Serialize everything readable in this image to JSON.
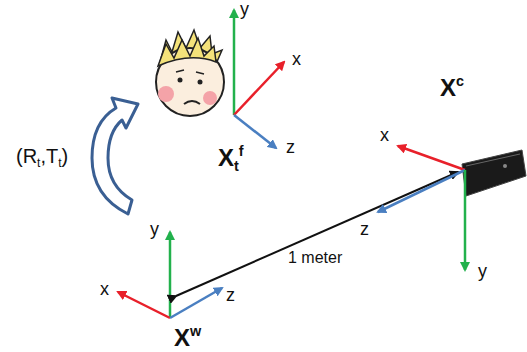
{
  "diagram": {
    "labels": [
      "y",
      "x",
      "z",
      "X",
      "t",
      "f",
      "x",
      "X",
      "c",
      "z",
      "y",
      "(R",
      "t",
      ",T",
      "t",
      ")",
      "1 meter",
      "y",
      "x",
      "z",
      "X",
      "w"
    ]
  }
}
